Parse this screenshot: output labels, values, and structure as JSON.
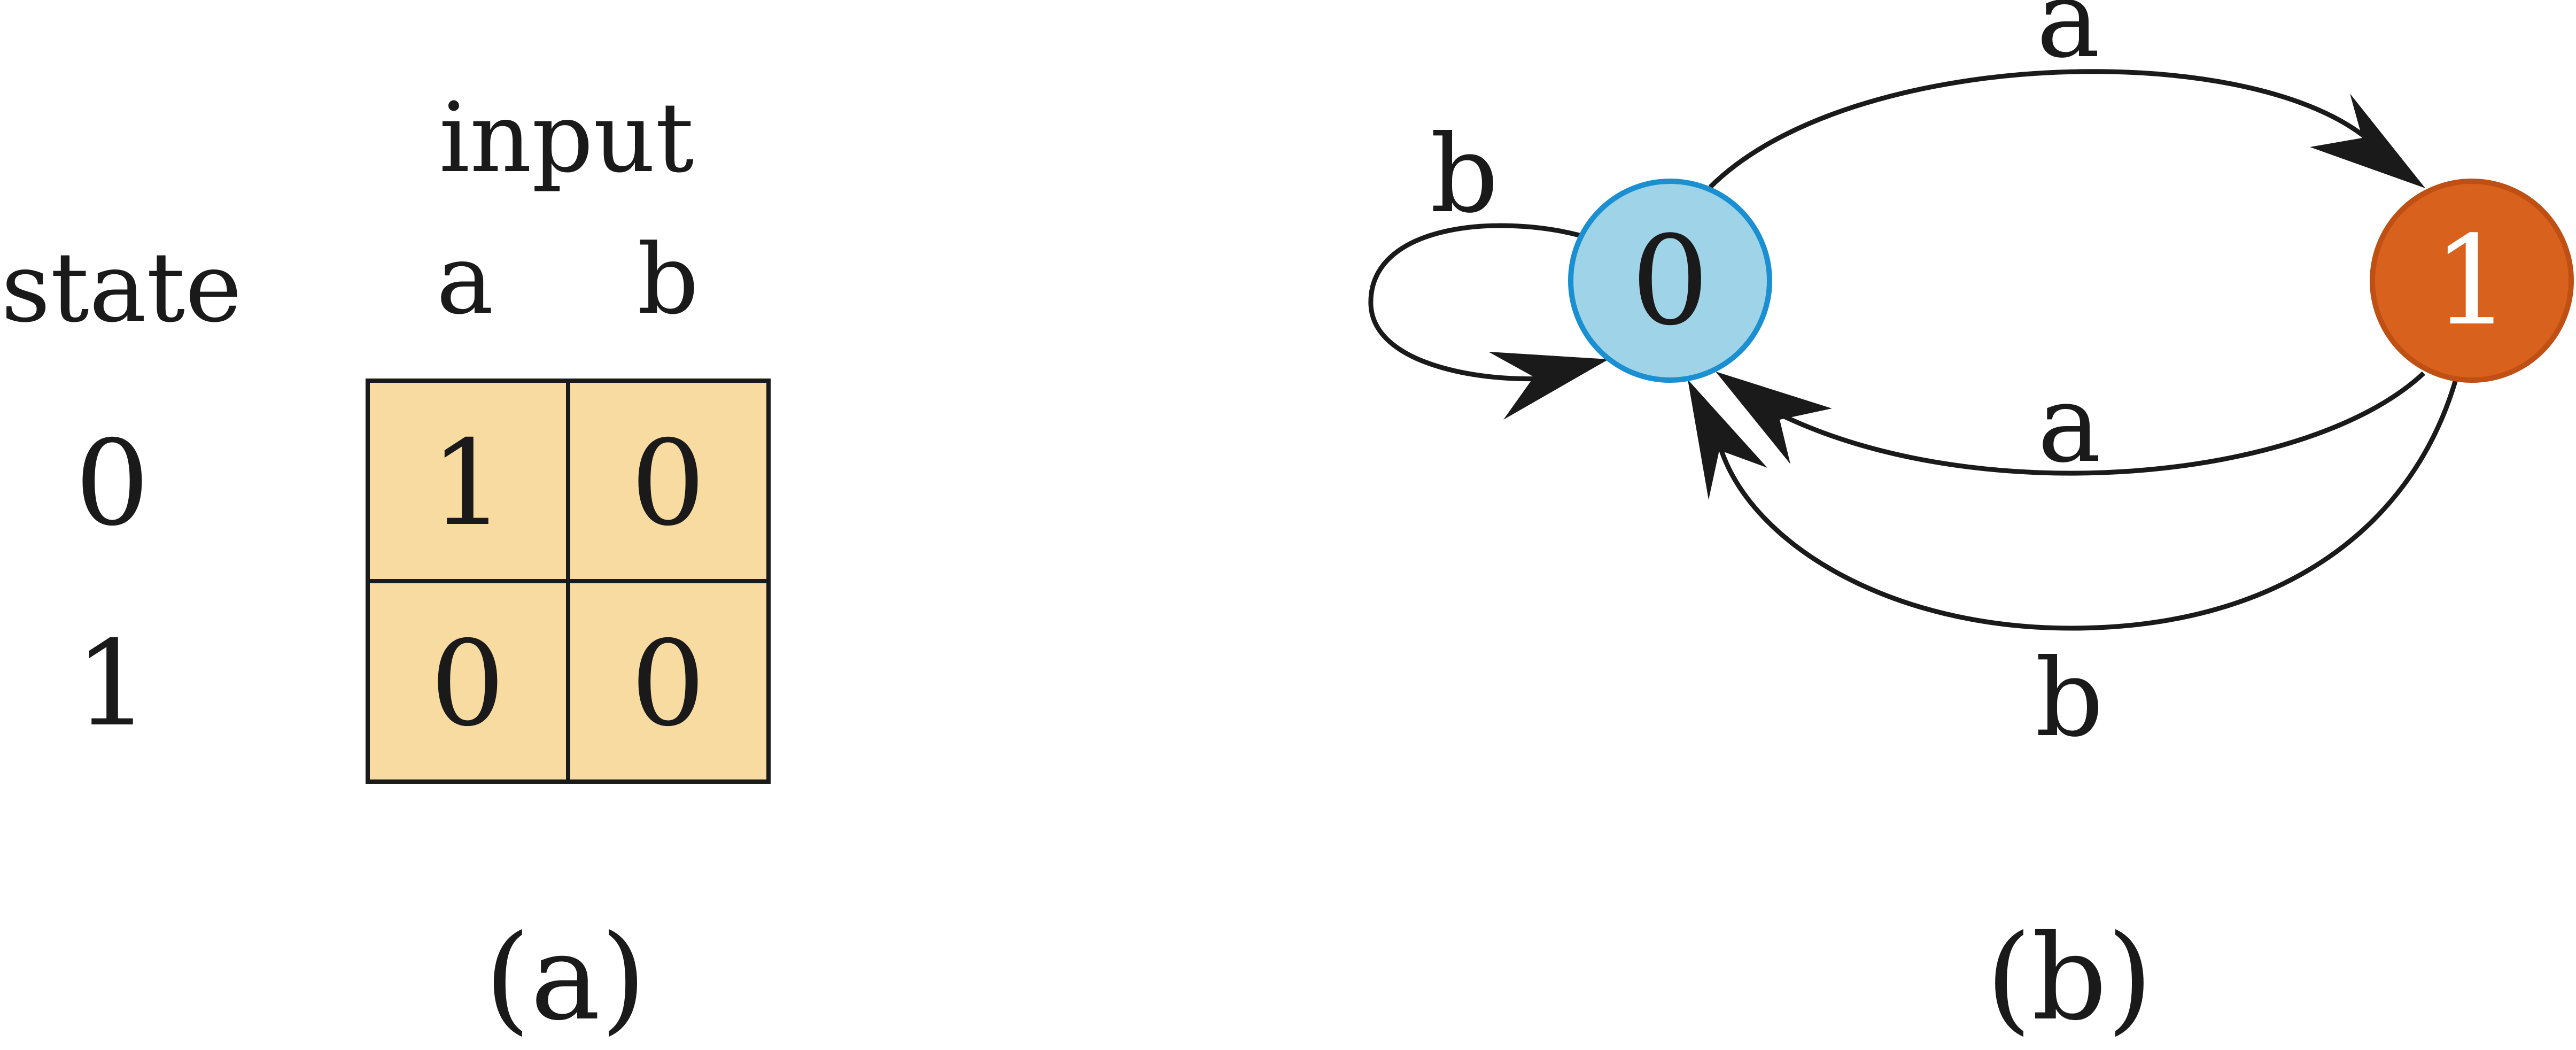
{
  "colors": {
    "ink": "#1a1a1a",
    "cell_fill": "#f8dba0",
    "state0_fill": "#9fd3e8",
    "state0_stroke": "#1a8fd1",
    "state1_fill": "#d9611e",
    "state1_stroke": "#c04f14",
    "state1_text": "#ffffff"
  },
  "table": {
    "input_header": "input",
    "state_header": "state",
    "columns": [
      "a",
      "b"
    ],
    "rows": [
      {
        "state": "0",
        "cells": [
          "1",
          "0"
        ]
      },
      {
        "state": "1",
        "cells": [
          "0",
          "0"
        ]
      }
    ],
    "caption": "(a)"
  },
  "graph": {
    "nodes": [
      {
        "id": "0",
        "label": "0"
      },
      {
        "id": "1",
        "label": "1"
      }
    ],
    "edges": [
      {
        "from": "0",
        "to": "0",
        "label": "b"
      },
      {
        "from": "0",
        "to": "1",
        "label": "a"
      },
      {
        "from": "1",
        "to": "0",
        "label": "a"
      },
      {
        "from": "1",
        "to": "0",
        "label": "b"
      }
    ],
    "caption": "(b)"
  }
}
